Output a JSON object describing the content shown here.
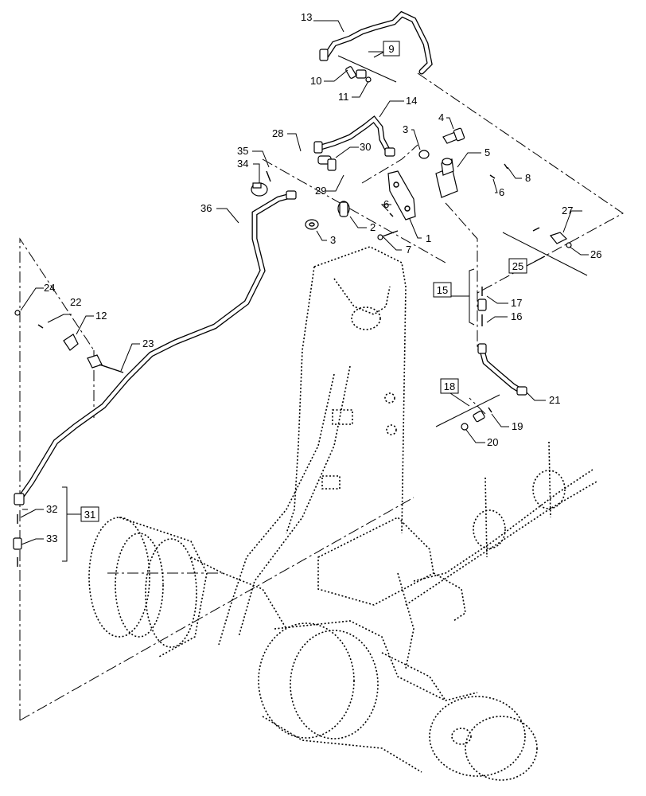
{
  "callouts": [
    "1",
    "2",
    "3",
    "3",
    "4",
    "5",
    "6",
    "6",
    "7",
    "8",
    "10",
    "11",
    "12",
    "13",
    "14",
    "16",
    "17",
    "19",
    "20",
    "21",
    "22",
    "23",
    "24",
    "26",
    "27",
    "28",
    "29",
    "30",
    "32",
    "33",
    "34",
    "35",
    "36"
  ],
  "boxed_callouts": [
    "9",
    "15",
    "18",
    "25",
    "31"
  ]
}
